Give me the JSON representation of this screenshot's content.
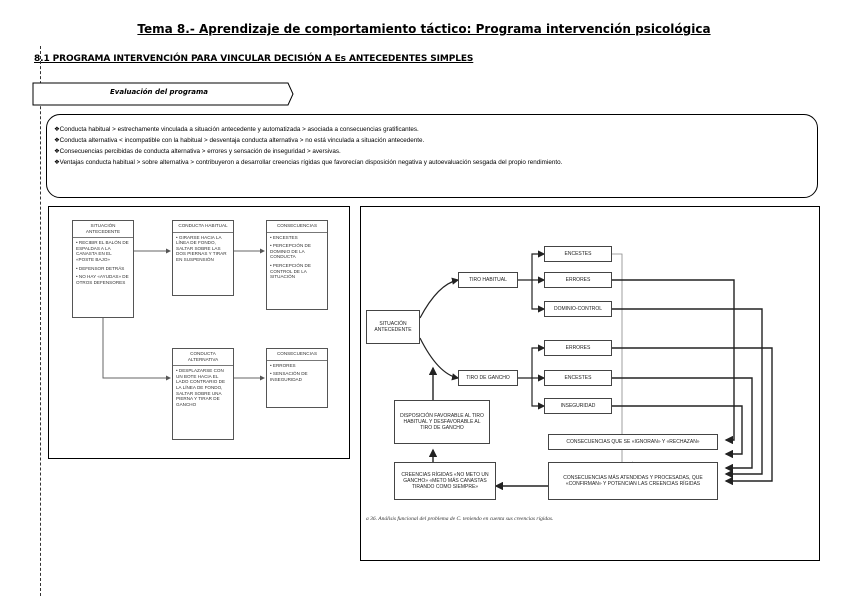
{
  "title": "Tema 8.- Aprendizaje de comportamiento táctico: Programa intervención psicológica",
  "section_heading": "8.1 PROGRAMA INTERVENCIÓN PARA VINCULAR DECISIÓN A Es ANTECEDENTES SIMPLES",
  "evaluation_label": "Evaluación del programa",
  "summary_bullets": [
    "Conducta habitual > estrechamente vinculada  a situación antecedente y automatizada > asociada a consecuencias gratificantes.",
    "Conducta alternativa < incompatible con la habitual > desventaja conducta alternativa > no está vinculada a situación antecedente.",
    "Consecuencias percibidas de conducta alternativa > errores y sensación de inseguridad > aversivas.",
    "Ventajas conducta habitual > sobre alternativa > contribuyeron a desarrollar creencias rígidas que favorecían disposición negativa y autoevaluación sesgada del propio rendimiento."
  ],
  "left_diagram": {
    "situation": {
      "header": "SITUACIÓN ANTECEDENTE",
      "items": [
        "• RECIBIR EL BALÓN DE ESPALDAS A LA CANASTA EN EL «POSTE BAJO»",
        "• DEFENSOR DETRÁS",
        "• NO HAY «AYUDAS» DE OTROS DEFENSORES"
      ]
    },
    "habitual": {
      "header": "CONDUCTA HABITUAL",
      "items": [
        "• GIRARSE HACIA LA LÍNEA DE FONDO, SALTAR SOBRE LAS DOS PIERNAS Y TIRAR EN SUSPENSIÓN"
      ]
    },
    "habitual_consequences": {
      "header": "CONSECUENCIAS",
      "items": [
        "• ENCESTES",
        "• PERCEPCIÓN DE DOMINIO DE LA CONDUCTA",
        "• PERCEPCIÓN DE CONTROL DE LA SITUACIÓN"
      ]
    },
    "alternative": {
      "header": "CONDUCTA ALTERNATIVA",
      "items": [
        "• DESPLAZARSE CON UN BOTE HACIA EL LADO CONTRARIO DE LA LÍNEA DE FONDO, SALTAR SOBRE UNA PIERNA Y TIRAR DE GANCHO"
      ]
    },
    "alternative_consequences": {
      "header": "CONSECUENCIAS",
      "items": [
        "• ERRORES",
        "• SENSACIÓN DE INSEGURIDAD"
      ]
    }
  },
  "right_diagram": {
    "situation": "SITUACIÓN ANTECEDENTE",
    "habitual_shot": "TIRO HABITUAL",
    "hook_shot": "TIRO DE GANCHO",
    "habitual_outcomes": [
      "ENCESTES",
      "ERRORES",
      "DOMINIO-CONTROL"
    ],
    "hook_outcomes": [
      "ERRORES",
      "ENCESTES",
      "INSEGURIDAD"
    ],
    "disposition": "DISPOSICIÓN FAVORABLE AL TIRO HABITUAL Y DESFAVORABLE AL TIRO DE GANCHO",
    "ignored": "CONSECUENCIAS QUE SE «IGNORAN» Y «RECHAZAN»",
    "attended": "CONSECUENCIAS MÁS ATENDIDAS Y PROCESADAS, QUE «CONFIRMAN» Y POTENCIAN LAS CREENCIAS RÍGIDAS",
    "beliefs": "CREENCIAS RÍGIDAS «NO METO UN GANCHO» «METO MÁS CANASTAS TIRANDO COMO SIEMPRE»",
    "caption": "a 36.   Análisis funcional del problema de C. teniendo en cuenta sus creencias rígidas."
  }
}
